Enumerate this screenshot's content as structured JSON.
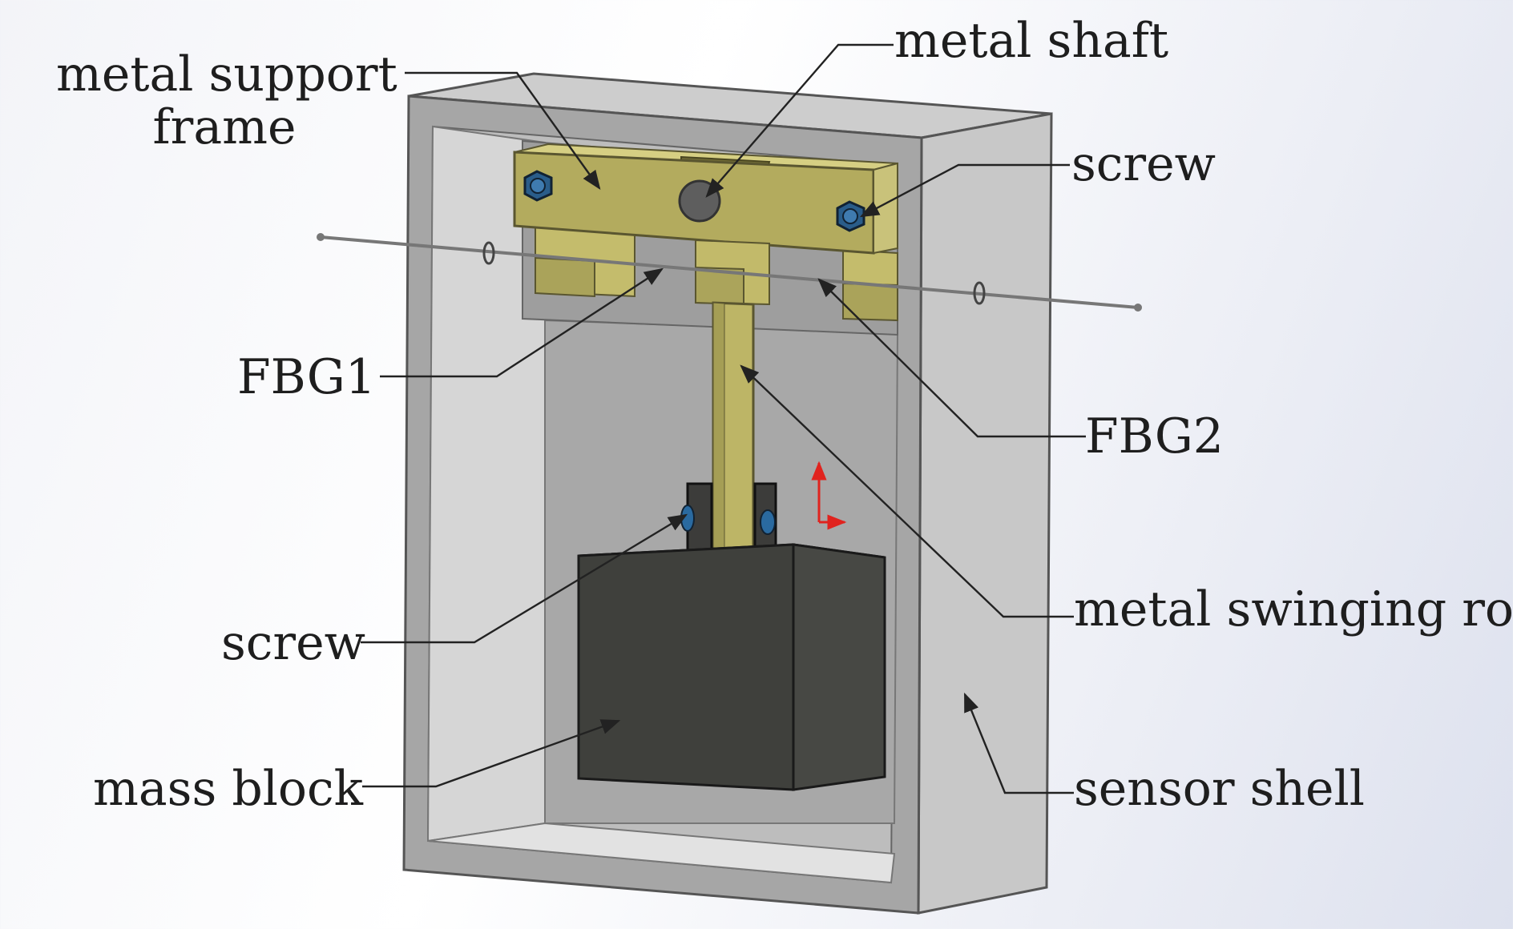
{
  "labels": {
    "metal_support_frame_line1": "metal support",
    "metal_support_frame_line2": "frame",
    "metal_shaft": "metal shaft",
    "screw_top": "screw",
    "fbg1": "FBG1",
    "fbg2": "FBG2",
    "metal_swinging_rod": "metal swinging rod",
    "screw_bottom": "screw",
    "mass_block": "mass block",
    "sensor_shell": "sensor shell"
  },
  "colors": {
    "shell_face": "#a5a5a5",
    "shell_side": "#c9c9c9",
    "shell_inner": "#b7b7b7",
    "frame_yellow": "#bdb566",
    "frame_yellow_dark": "#8d8742",
    "mass_block": "#3d3e3b",
    "screw_blue": "#2a5d8a",
    "leader_line": "#222222",
    "axis_red": "#e0231e"
  }
}
